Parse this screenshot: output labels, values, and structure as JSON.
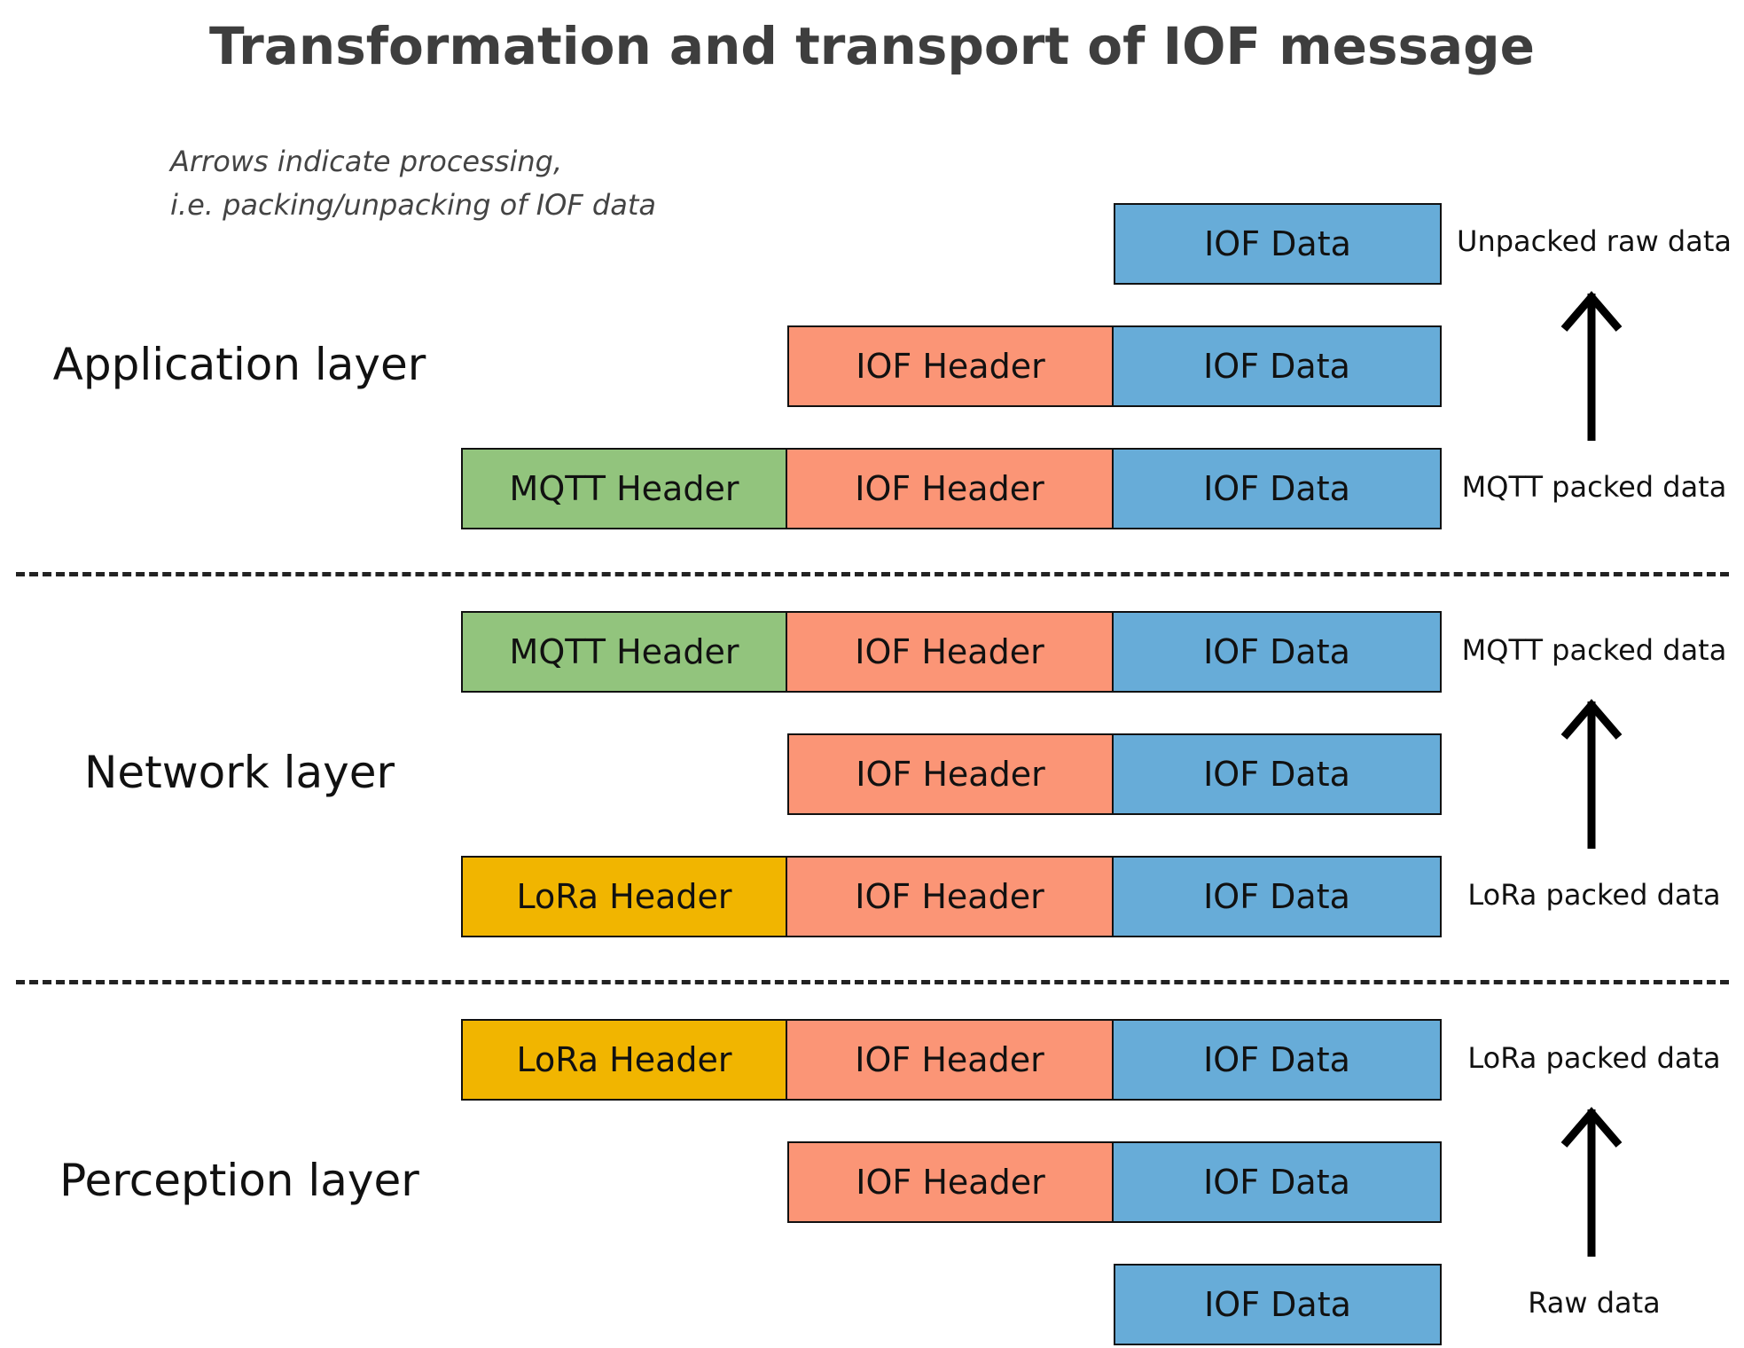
{
  "title": "Transformation and transport of IOF message",
  "note": [
    "Arrows indicate processing,",
    "i.e. packing/unpacking of IOF data"
  ],
  "layers": [
    {
      "label": "Application layer"
    },
    {
      "label": "Network layer"
    },
    {
      "label": "Perception layer"
    }
  ],
  "blocks": {
    "mqtt_header": "MQTT Header",
    "lora_header": "LoRa Header",
    "iof_header": "IOF Header",
    "iof_data": "IOF Data"
  },
  "row_labels": {
    "unpacked_raw": "Unpacked raw data",
    "mqtt_packed_app": "MQTT packed data",
    "mqtt_packed_net": "MQTT packed data",
    "lora_packed_net": "LoRa packed data",
    "lora_packed_per": "LoRa packed data",
    "raw": "Raw data"
  },
  "colors": {
    "mqtt_header": "#92c47d",
    "lora_header": "#f1b500",
    "iof_header": "#fb9576",
    "iof_data": "#67acd8"
  },
  "arrow_direction": "up"
}
